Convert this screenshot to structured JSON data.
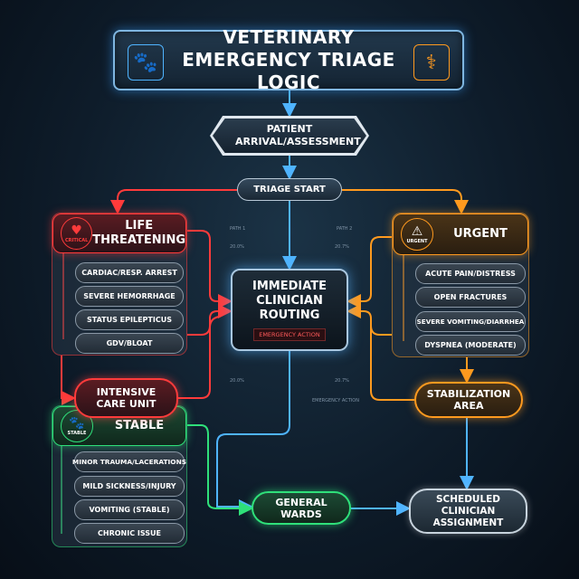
{
  "title": "VETERINARY EMERGENCY TRIAGE LOGIC",
  "title_icons": {
    "left": "paw-icon",
    "right": "caduceus-icon"
  },
  "arrival": "PATIENT ARRIVAL/ASSESSMENT",
  "triage_start": "TRIAGE START",
  "life_threatening": {
    "title": "LIFE THREATENING",
    "badge": "CRITICAL",
    "color": "#ff3b3b",
    "items": [
      "CARDIAC/RESP. ARREST",
      "SEVERE HEMORRHAGE",
      "STATUS EPILEPTICUS",
      "GDV/BLOAT"
    ]
  },
  "urgent": {
    "title": "URGENT",
    "badge": "URGENT",
    "color": "#ff9a1f",
    "items": [
      "ACUTE PAIN/DISTRESS",
      "OPEN FRACTURES",
      "SEVERE VOMITING/DIARRHEA",
      "DYSPNEA (MODERATE)"
    ]
  },
  "stable": {
    "title": "STABLE",
    "badge": "STABLE",
    "color": "#2fe07a",
    "items": [
      "MINOR TRAUMA/LACERATIONS",
      "MILD SICKNESS/INJURY",
      "VOMITING (STABLE)",
      "CHRONIC ISSUE"
    ]
  },
  "center": {
    "title": "IMMEDIATE CLINICIAN ROUTING",
    "tag": "EMERGENCY ACTION",
    "labels": {
      "path1": "PATH 1",
      "path2": "PATH 2",
      "v1": "20.0%",
      "v2": "20.7%",
      "v3": "20.0%",
      "v4": "20.7%",
      "emergency_action": "EMERGENCY ACTION"
    }
  },
  "icu": "INTENSIVE CARE UNIT",
  "stabilization": "STABILIZATION AREA",
  "general_wards": "GENERAL WARDS",
  "scheduled": "SCHEDULED CLINICIAN ASSIGNMENT",
  "colors": {
    "blue": "#4fb4ff",
    "red": "#ff3b3b",
    "orange": "#ff9a1f",
    "green": "#2fe07a"
  }
}
